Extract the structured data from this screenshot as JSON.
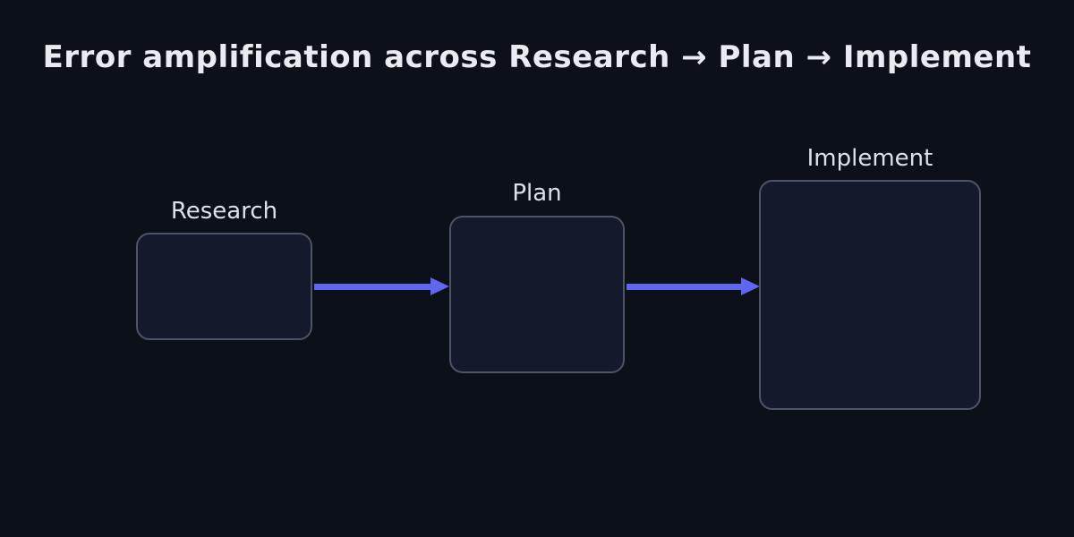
{
  "title": "Error amplification across Research → Plan → Implement",
  "stages": [
    {
      "id": "research",
      "label": "Research"
    },
    {
      "id": "plan",
      "label": "Plan"
    },
    {
      "id": "implement",
      "label": "Implement"
    }
  ],
  "arrows": [
    {
      "from": "research",
      "to": "plan",
      "direction": "right"
    },
    {
      "from": "plan",
      "to": "implement",
      "direction": "right"
    }
  ],
  "colors": {
    "background": "#0c1018",
    "box_fill": "#141a2b",
    "box_border": "#4a5568",
    "arrow": "#6166f0",
    "title_text": "#e8ebf0",
    "label_text": "#dce0e8"
  }
}
